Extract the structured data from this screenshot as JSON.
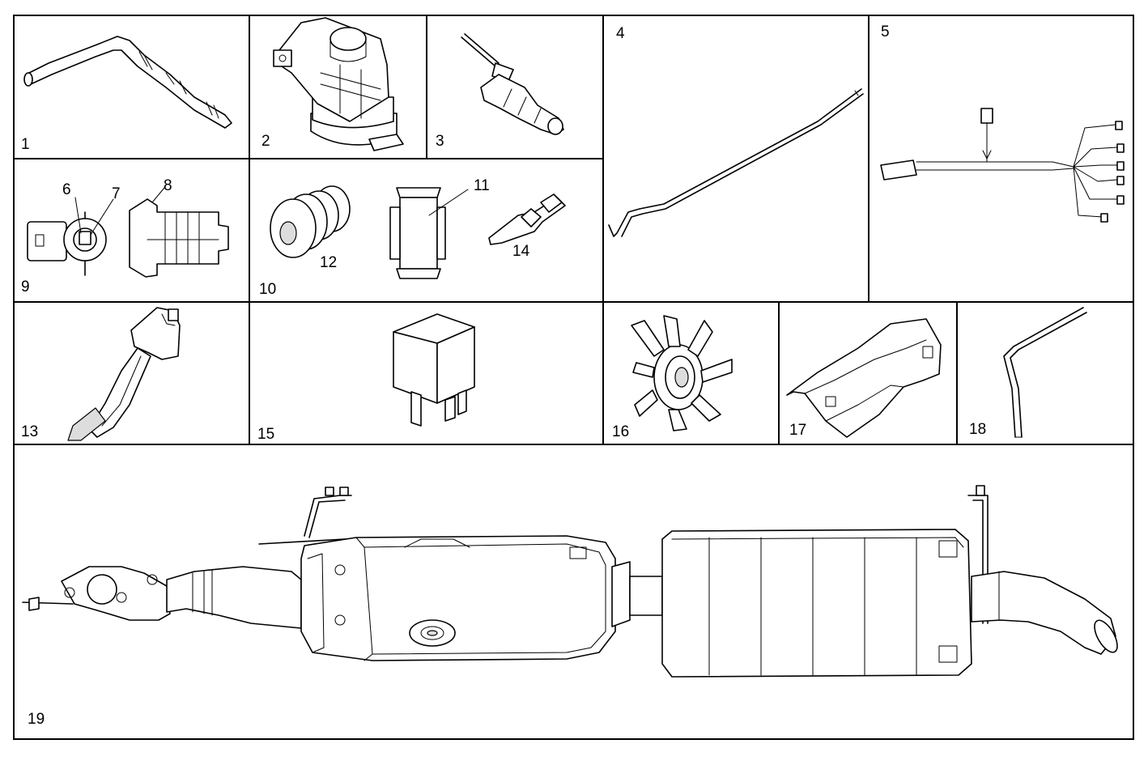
{
  "panels": [
    {
      "id": "p1",
      "label": "1"
    },
    {
      "id": "p2",
      "label": "2"
    },
    {
      "id": "p3",
      "label": "3"
    },
    {
      "id": "p4",
      "label": "4"
    },
    {
      "id": "p5",
      "label": "5"
    },
    {
      "id": "p9",
      "label": "9"
    },
    {
      "id": "p10",
      "label": "10"
    },
    {
      "id": "p13",
      "label": "13"
    },
    {
      "id": "p15",
      "label": "15"
    },
    {
      "id": "p16",
      "label": "16"
    },
    {
      "id": "p17",
      "label": "17"
    },
    {
      "id": "p18",
      "label": "18"
    },
    {
      "id": "p19",
      "label": "19"
    }
  ],
  "callouts": {
    "c6": "6",
    "c7": "7",
    "c8": "8",
    "c11": "11",
    "c12": "12",
    "c14": "14"
  }
}
